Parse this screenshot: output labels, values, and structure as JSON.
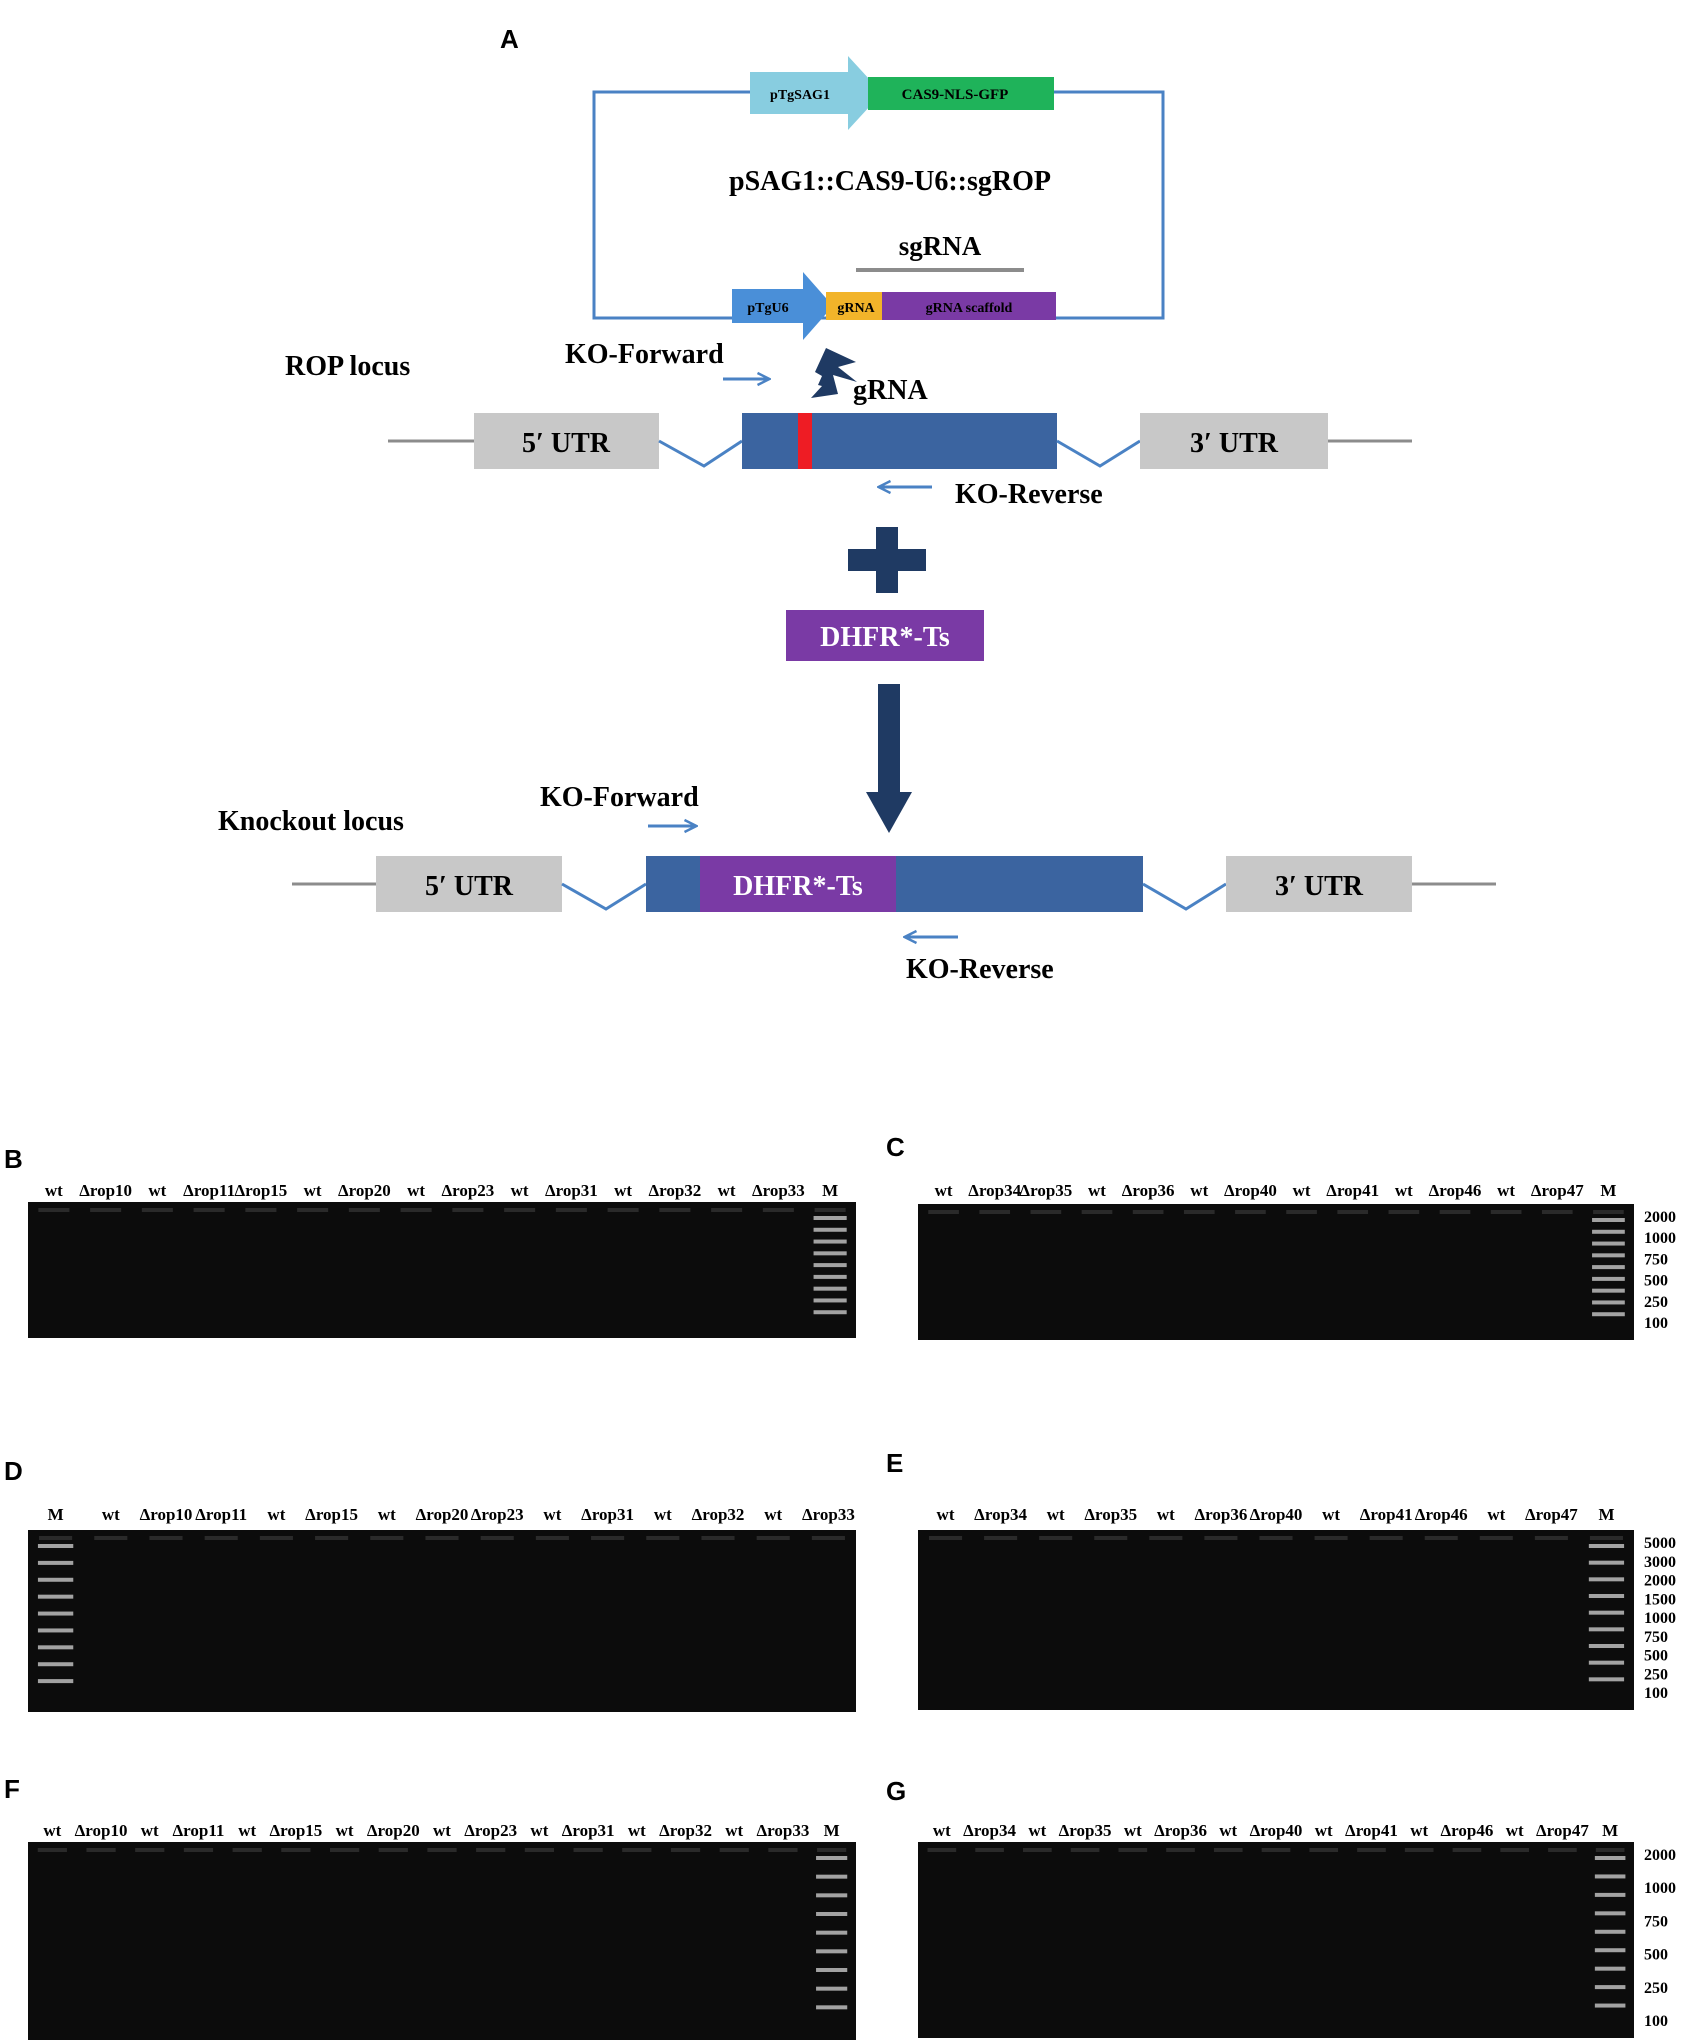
{
  "panel_a": {
    "letter": "A",
    "plasmid": {
      "title": "pSAG1::CAS9-U6::sgROP",
      "promoter_top": "pTgSAG1",
      "cas9": "CAS9-NLS-GFP",
      "promoter_bottom": "pTgU6",
      "grna": "gRNA",
      "scaffold": "gRNA scaffold",
      "sgrna_label": "sgRNA"
    },
    "rop_locus": {
      "title": "ROP  locus",
      "utr5": "5′ UTR",
      "utr3": "3′ UTR",
      "forward": "KO-Forward",
      "reverse": "KO-Reverse",
      "cut_label": "gRNA"
    },
    "marker": "DHFR*-Ts",
    "knockout_locus": {
      "title": "Knockout locus",
      "utr5": "5′ UTR",
      "utr3": "3′ UTR",
      "insert": "DHFR*-Ts",
      "forward": "KO-Forward",
      "reverse": "KO-Reverse"
    },
    "colors": {
      "line_blue": "#4a82c4",
      "gene_blue": "#3b64a0",
      "navy": "#1f3a63",
      "purple": "#7a3aa5",
      "utr_gray": "#c8c8c8",
      "promoter_cyan": "#88cde0",
      "cas9_green": "#1fb35a",
      "u6_blue": "#4a8fd8",
      "grna_yellow": "#f2b42a",
      "cut_red": "#ee1c24"
    }
  },
  "gels": [
    {
      "letter": "B",
      "lanes": [
        "wt",
        "Δrop10",
        "wt",
        "Δrop11",
        "Δrop15",
        "wt",
        "Δrop20",
        "wt",
        "Δrop23",
        "wt",
        "Δrop31",
        "wt",
        "Δrop32",
        "wt",
        "Δrop33",
        "M"
      ],
      "ladder_labels": []
    },
    {
      "letter": "C",
      "lanes": [
        "wt",
        "Δrop34",
        "Δrop35",
        "wt",
        "Δrop36",
        "wt",
        "Δrop40",
        "wt",
        "Δrop41",
        "wt",
        "Δrop46",
        "wt",
        "Δrop47",
        "M"
      ],
      "ladder_labels": [
        "2000",
        "1000",
        "750",
        "500",
        "250",
        "100"
      ]
    },
    {
      "letter": "D",
      "lanes": [
        "M",
        "wt",
        "Δrop10",
        "Δrop11",
        "wt",
        "Δrop15",
        "wt",
        "Δrop20",
        "Δrop23",
        "wt",
        "Δrop31",
        "wt",
        "Δrop32",
        "wt",
        "Δrop33"
      ],
      "ladder_labels": []
    },
    {
      "letter": "E",
      "lanes": [
        "wt",
        "Δrop34",
        "wt",
        "Δrop35",
        "wt",
        "Δrop36",
        "Δrop40",
        "wt",
        "Δrop41",
        "Δrop46",
        "wt",
        "Δrop47",
        "M"
      ],
      "ladder_labels": [
        "5000",
        "3000",
        "2000",
        "1500",
        "1000",
        "750",
        "500",
        "250",
        "100"
      ]
    },
    {
      "letter": "F",
      "lanes": [
        "wt",
        "Δrop10",
        "wt",
        "Δrop11",
        "wt",
        "Δrop15",
        "wt",
        "Δrop20",
        "wt",
        "Δrop23",
        "wt",
        "Δrop31",
        "wt",
        "Δrop32",
        "wt",
        "Δrop33",
        "M"
      ],
      "ladder_labels": []
    },
    {
      "letter": "G",
      "lanes": [
        "wt",
        "Δrop34",
        "wt",
        "Δrop35",
        "wt",
        "Δrop36",
        "wt",
        "Δrop40",
        "wt",
        "Δrop41",
        "wt",
        "Δrop46",
        "wt",
        "Δrop47",
        "M"
      ],
      "ladder_labels": [
        "2000",
        "1000",
        "750",
        "500",
        "250",
        "100"
      ]
    }
  ]
}
